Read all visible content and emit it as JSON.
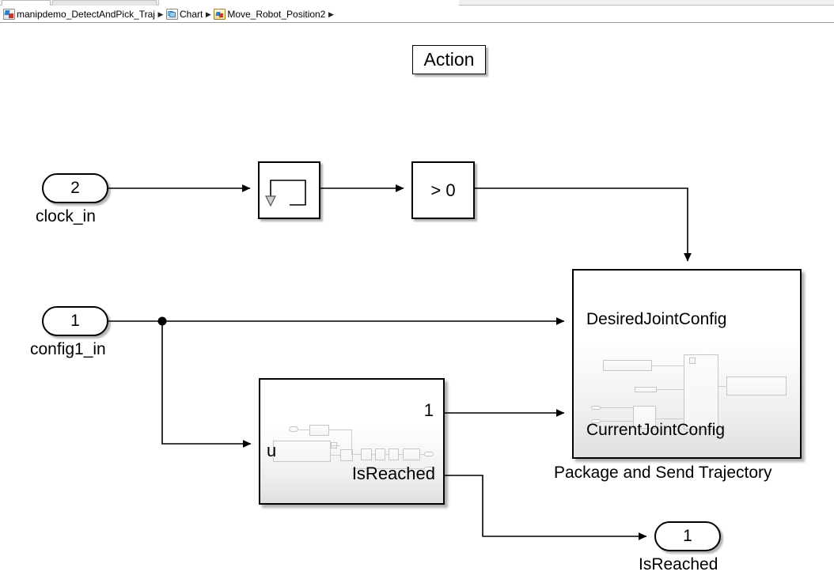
{
  "window": {
    "tabs": [
      {
        "name": "tab-inactive-left",
        "label": ""
      },
      {
        "name": "tab-active",
        "label": ""
      },
      {
        "name": "tab-spacer",
        "label": ""
      }
    ]
  },
  "breadcrumb": {
    "name": "model-breadcrumb",
    "separator": "▶",
    "items": [
      {
        "icon": "simulink-model-icon",
        "label": "manipdemo_DetectAndPick_Traj"
      },
      {
        "icon": "stateflow-chart-icon",
        "label": "Chart"
      },
      {
        "icon": "stateflow-state-icon",
        "label": "Move_Robot_Position2"
      }
    ]
  },
  "diagram": {
    "action_label": "Action",
    "inports": [
      {
        "name": "clock-in",
        "number": "2",
        "label": "clock_in"
      },
      {
        "name": "config1-in",
        "number": "1",
        "label": "config1_in"
      }
    ],
    "outports": [
      {
        "name": "isreached-out",
        "number": "1",
        "label": "IsReached"
      }
    ],
    "blocks": [
      {
        "name": "detect-change-block",
        "icon": "unit-delay-loop-icon",
        "label": ""
      },
      {
        "name": "compare-to-zero-block",
        "label": "> 0"
      },
      {
        "name": "package-and-send-trajectory-subsystem",
        "caption": "Package and Send Trajectory",
        "trigger_icon": "rising-edge-trigger-icon",
        "input_ports": [
          "DesiredJointConfig",
          "CurrentJointConfig"
        ]
      },
      {
        "name": "joint-tracker-subsystem",
        "input_ports": [
          "u"
        ],
        "output_ports": [
          "1",
          "IsReached"
        ]
      }
    ]
  },
  "colors": {
    "canvas": "#ffffff",
    "line": "#000000",
    "block_border": "#000000",
    "preview_gray": "#c6c6c6",
    "breadcrumb_border": "#9aa0a6"
  }
}
